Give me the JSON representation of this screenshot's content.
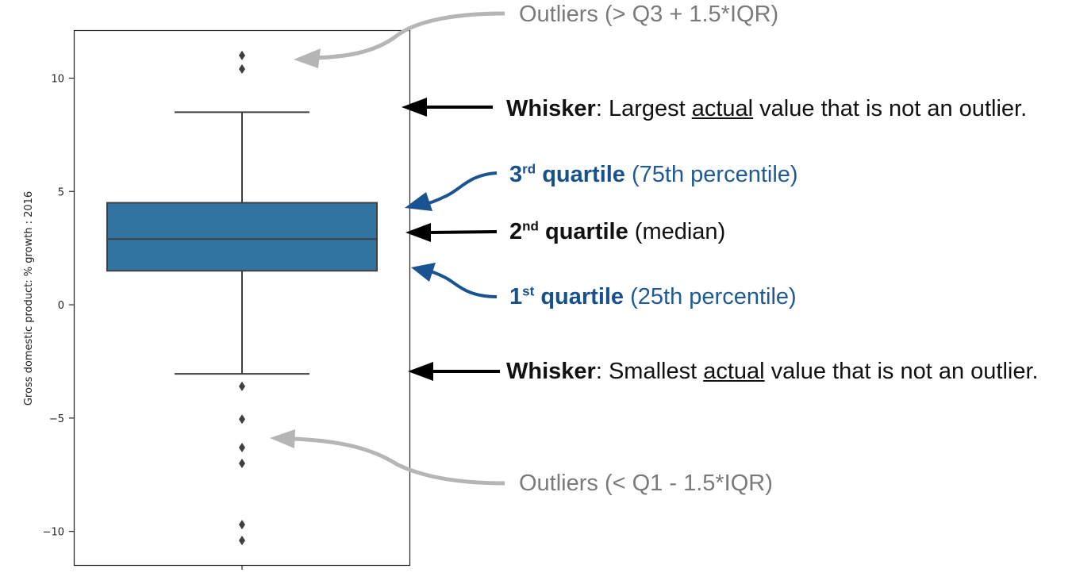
{
  "colors": {
    "box_fill": "#3274a1",
    "box_edge": "#3f3f3f",
    "axis": "#222222",
    "annotation_gray": "#b5b5b5",
    "annotation_black": "#000000",
    "annotation_blue": "#1a5391"
  },
  "chart_data": {
    "type": "box",
    "ylabel": "Gross domestic product: % growth : 2016",
    "ylim": [
      -11.5,
      12.1
    ],
    "yticks": [
      10,
      5,
      0,
      -5,
      -10
    ],
    "ytick_labels": [
      "10",
      "5",
      "0",
      "−5",
      "−10"
    ],
    "grid": false,
    "box": {
      "whisker_high": 8.5,
      "q3": 4.5,
      "median": 2.9,
      "q1": 1.5,
      "whisker_low": -3.05
    },
    "outliers": [
      11.0,
      10.4,
      -3.6,
      -5.05,
      -6.3,
      -7.0,
      -9.7,
      -10.4
    ]
  },
  "annotations": {
    "outliers_high": "Outliers  (> Q3 + 1.5*IQR)",
    "whisker_high": {
      "term": "Whisker",
      "pre": ": Largest ",
      "underlined": "actual",
      "post": " value that is not an outlier."
    },
    "q3": {
      "num": "3",
      "sup": "rd",
      "term": " quartile",
      "desc": " (75th percentile)"
    },
    "q2": {
      "num": "2",
      "sup": "nd",
      "term": " quartile",
      "desc": " (median)"
    },
    "q1": {
      "num": "1",
      "sup": "st",
      "term": " quartile",
      "desc": " (25th percentile)"
    },
    "whisker_low": {
      "term": "Whisker",
      "pre": ": Smallest ",
      "underlined": "actual",
      "post": " value that is not an outlier."
    },
    "outliers_low": "Outliers (< Q1 - 1.5*IQR)"
  }
}
